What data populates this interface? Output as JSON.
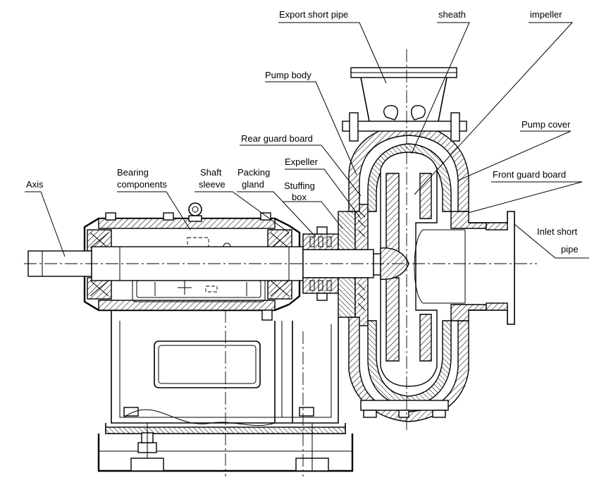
{
  "labels": {
    "export_short_pipe": "Export short pipe",
    "sheath": "sheath",
    "impeller": "impeller",
    "pump_body": "Pump body",
    "pump_cover": "Pump cover",
    "rear_guard_board": "Rear guard board",
    "expeller": "Expeller",
    "front_guard_board": "Front guard board",
    "axis": "Axis",
    "bearing_components_line1": "Bearing",
    "bearing_components_line2": "components",
    "shaft_sleeve_line1": "Shaft",
    "shaft_sleeve_line2": "sleeve",
    "packing_gland_line1": "Packing",
    "packing_gland_line2": "gland",
    "stuffing_box_line1": "Stuffing",
    "stuffing_box_line2": "box",
    "inlet_short_pipe_line1": "Inlet short",
    "inlet_short_pipe_line2": "pipe"
  }
}
